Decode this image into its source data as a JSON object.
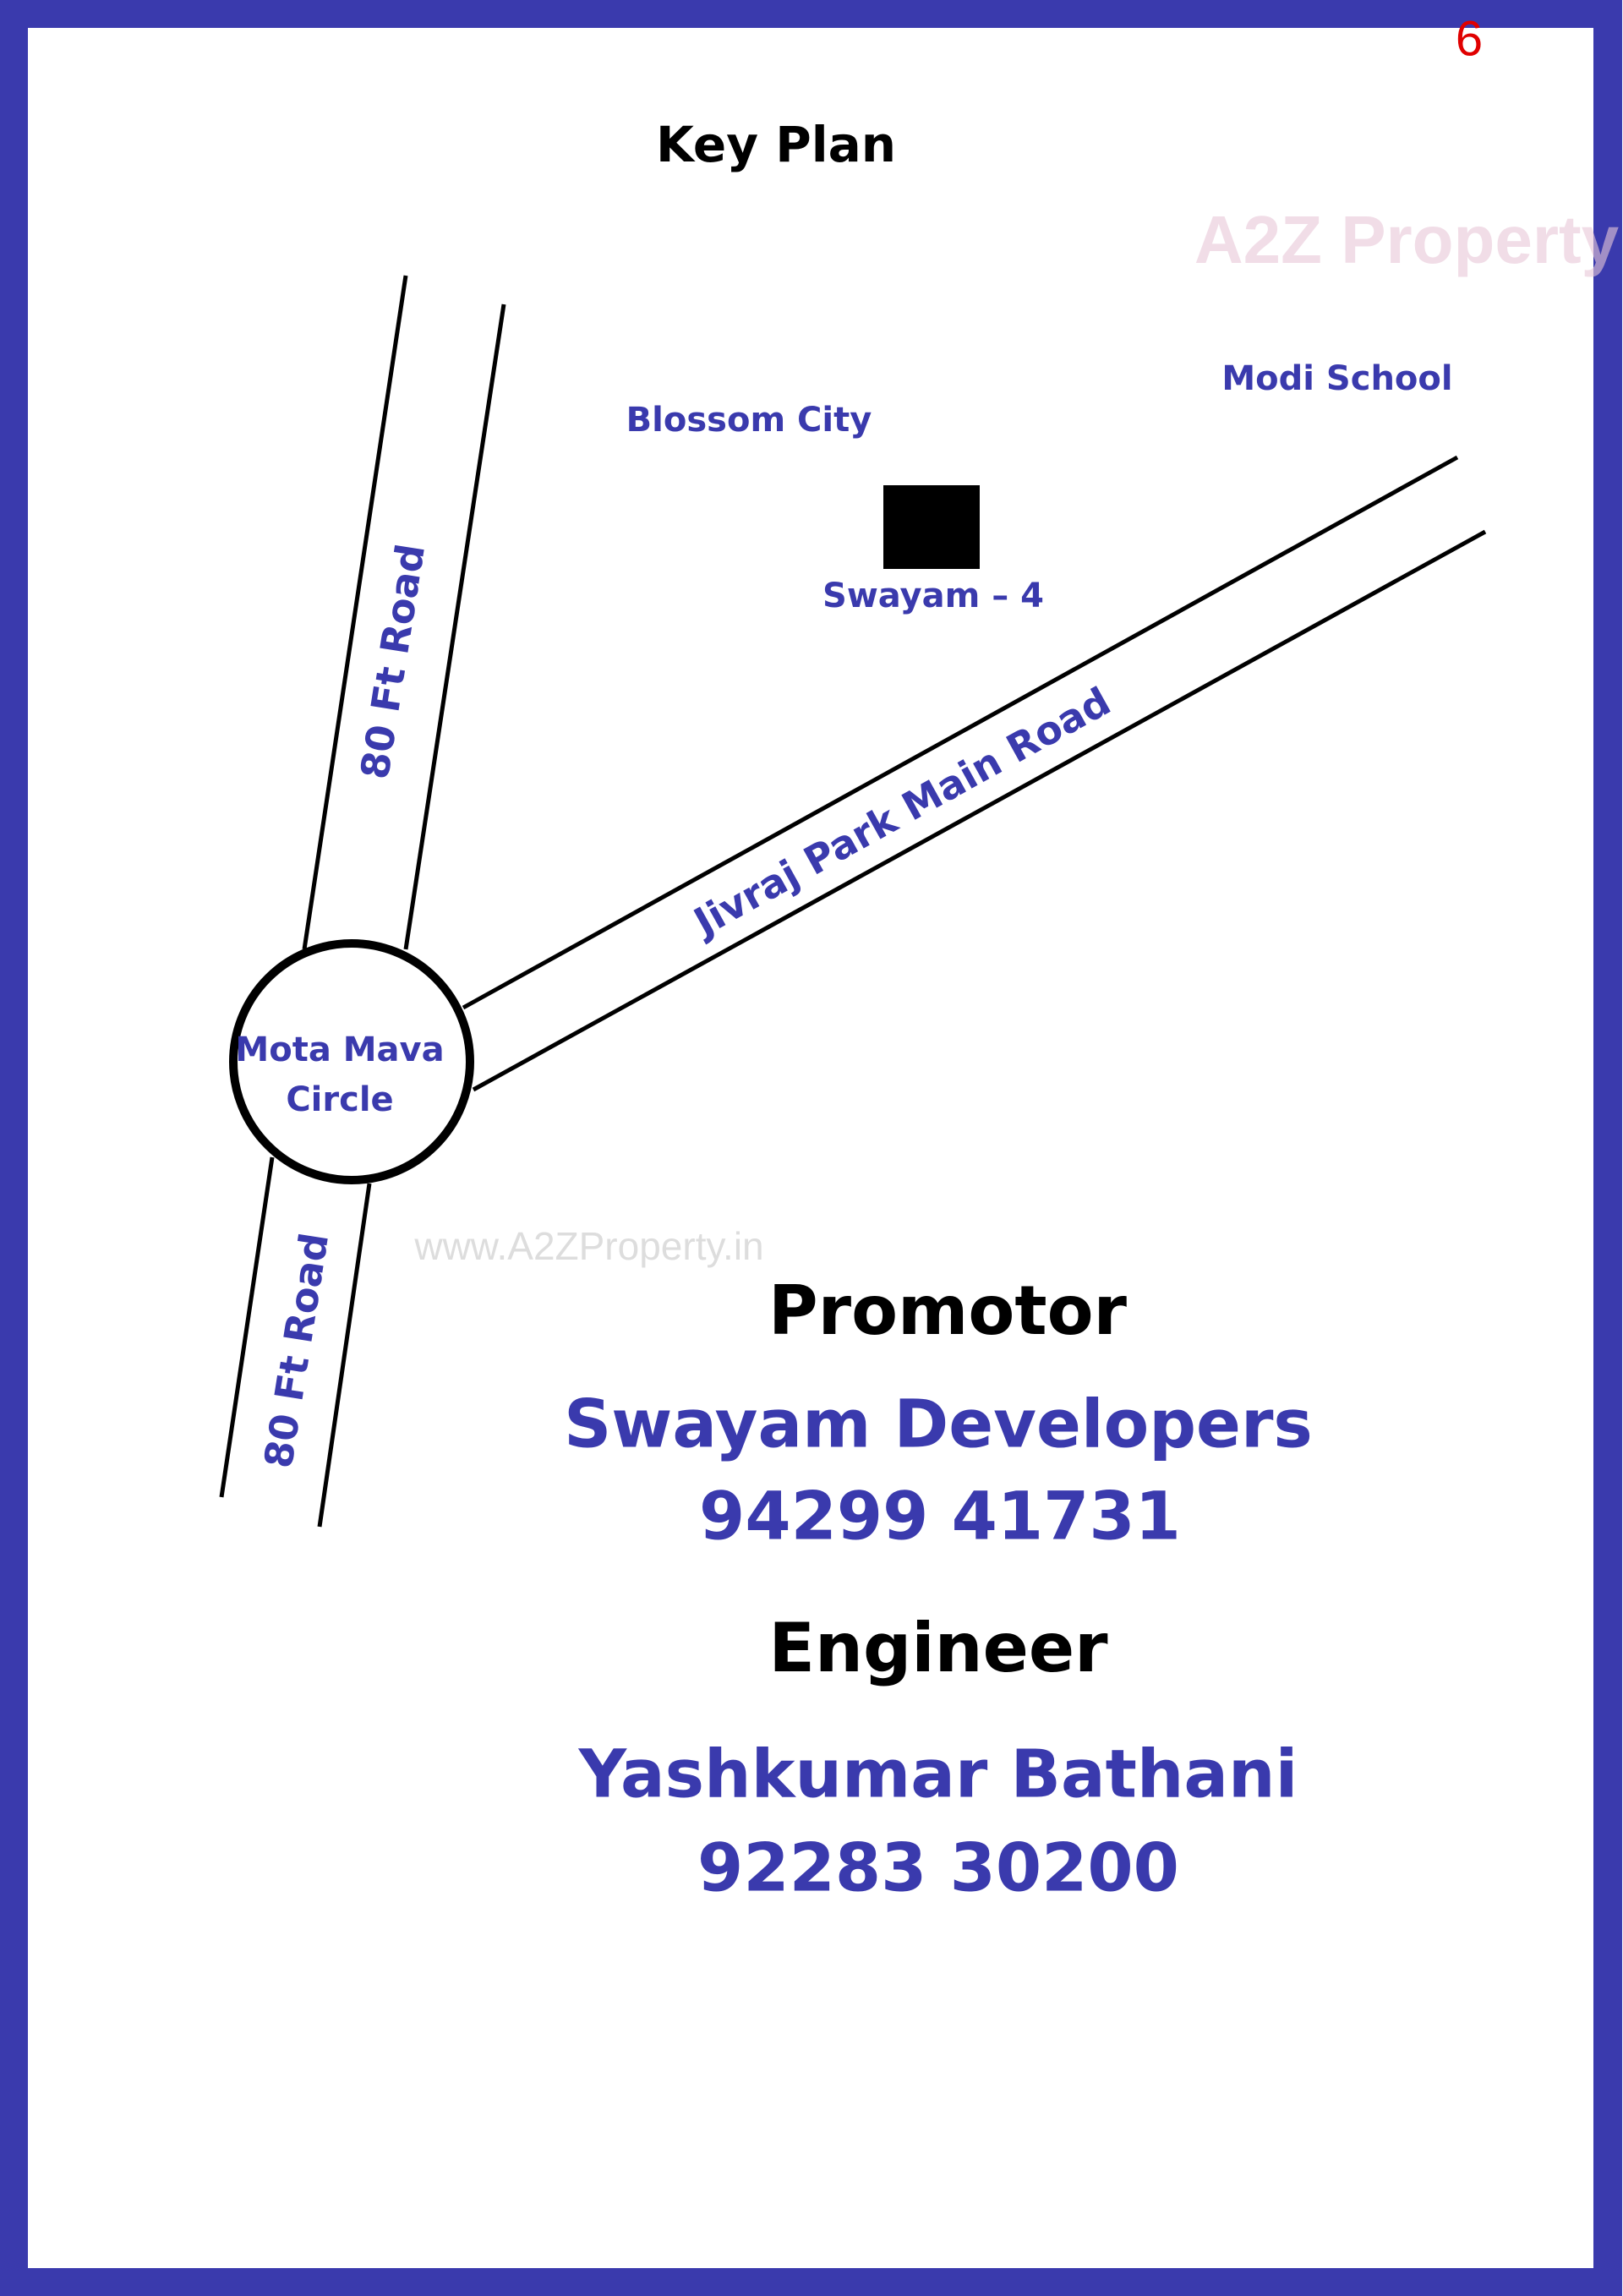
{
  "colors": {
    "border": "#3a3aad",
    "label": "#3a3aad",
    "heading": "#000000",
    "page_number": "#e00000",
    "site_block": "#000000"
  },
  "page_number": "6",
  "title": "Key Plan",
  "watermarks": {
    "logo": "A2Z Property",
    "url": "www.A2ZProperty.in"
  },
  "map": {
    "landmarks": {
      "blossom_city": "Blossom City",
      "modi_school": "Modi School",
      "site": "Swayam – 4"
    },
    "roads": {
      "north": "80 Ft Road",
      "south": "80 Ft Road",
      "jivraj": "Jivraj Park Main Road"
    },
    "circle": {
      "line1": "Mota Mava",
      "line2": "Circle"
    }
  },
  "promotor": {
    "heading": "Promotor",
    "name": "Swayam Developers",
    "phone": "94299 41731"
  },
  "engineer": {
    "heading": "Engineer",
    "name": "Yashkumar Bathani",
    "phone": "92283 30200"
  }
}
